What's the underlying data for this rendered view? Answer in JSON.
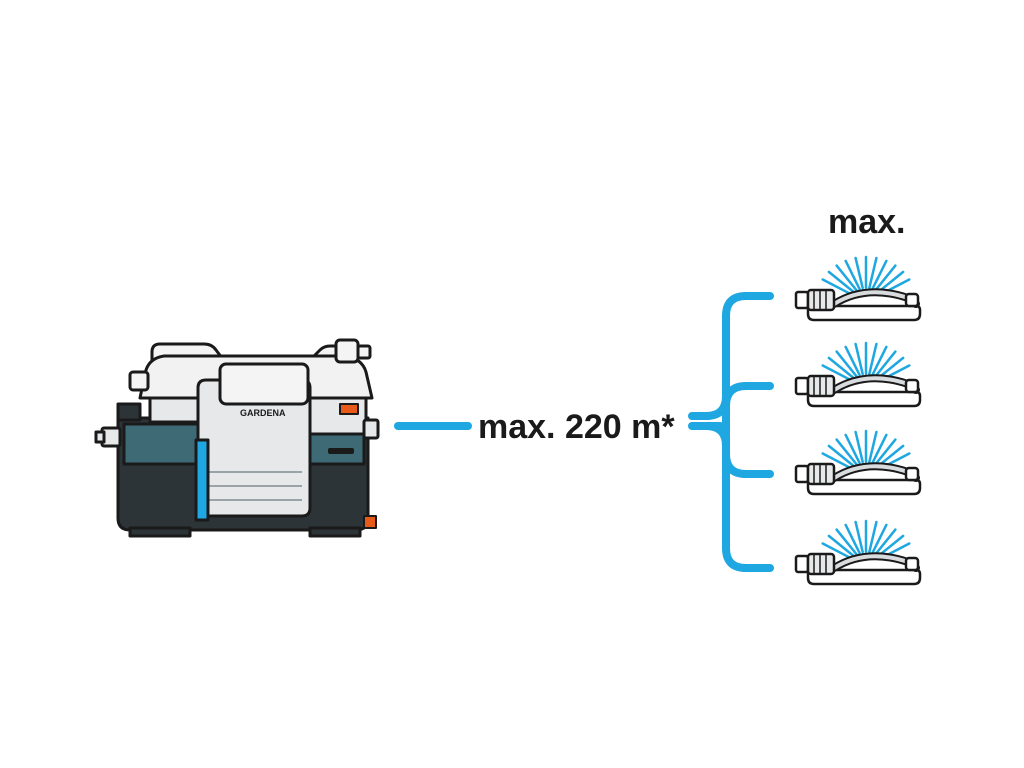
{
  "diagram": {
    "pump": {
      "brand_label": "GARDENA",
      "icon": "garden-pump-icon"
    },
    "distance_label": "max. 220 m*",
    "sprinklers_label": "max.",
    "sprinkler_count": 4,
    "sprinkler_icon": "sprinkler-icon",
    "colors": {
      "water_blue": "#1ea7e1",
      "dark_outline": "#1a1a1a",
      "pump_body_dark": "#2c3438",
      "pump_teal": "#3e6a76",
      "light_gray": "#e6e8ea",
      "accent_orange": "#e85a1a"
    }
  }
}
